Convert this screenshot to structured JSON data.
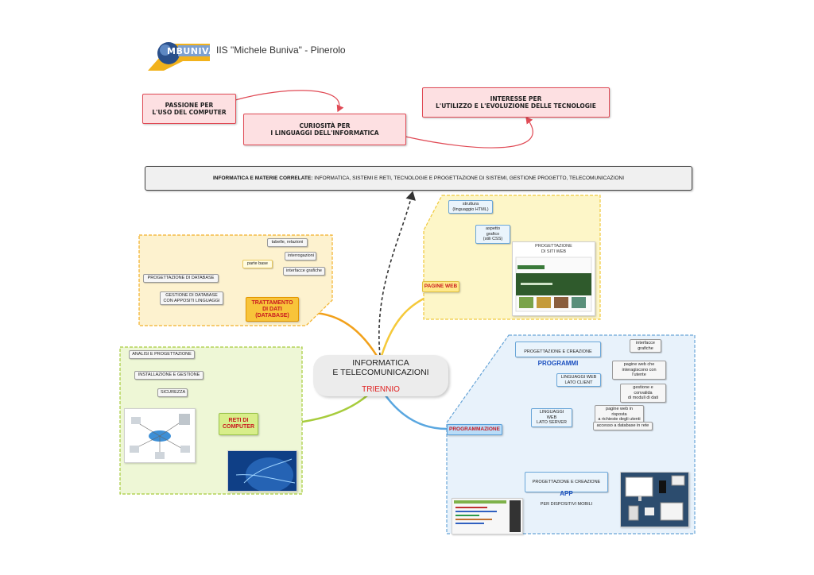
{
  "header": {
    "logo_text": "MBUNIVA",
    "school_name": "IIS \"Michele Buniva\" - Pinerolo"
  },
  "motivations": [
    {
      "text": "PASSIONE PER\nL'USO DEL COMPUTER"
    },
    {
      "text": "CURIOSITÀ PER\nI LINGUAGGI DELL'INFORMATICA"
    },
    {
      "text": "INTERESSE PER\nL'UTILIZZO  E L'EVOLUZIONE  DELLE TECNOLOGIE"
    }
  ],
  "banner": {
    "lead": "INFORMATICA E MATERIE CORRELATE:",
    "rest": " INFORMATICA, SISTEMI E RETI, TECNOLOGIE E PROGETTAZIONE DI SISTEMI, GESTIONE PROGETTO, TELECOMUNICAZIONI"
  },
  "center": {
    "title": "INFORMATICA\nE TELECOMUNICAZIONI",
    "subtitle": "TRIENNIO"
  },
  "database": {
    "label": "TRATTAMENTO\nDI DATI\n(DATABASE)",
    "items": [
      "PROGETTAZIONE DI DATABASE",
      "GESTIONE DI DATABASE\nCON APPOSITI LINGUAGGI",
      "parte base"
    ],
    "subitems": [
      "tabelle, relazioni",
      "interrogazioni",
      "interfacce grafiche"
    ]
  },
  "web": {
    "label": "PAGINE WEB",
    "items": [
      "struttura\n(linguaggio HTML)",
      "aspetto grafico\n(stili CSS)"
    ],
    "picture_title": "PROGETTAZIONE\nDI SITI WEB"
  },
  "networks": {
    "label": "RETI DI\nCOMPUTER",
    "items": [
      "ANALISI E PROGETTAZIONE",
      "INSTALLAZIONE E GESTIONE",
      "SICUREZZA"
    ]
  },
  "programming": {
    "label": "PROGRAMMAZIONE",
    "programs": {
      "pre": "PROGETTAZIONE E CREAZIONE",
      "big": "PROGRAMMI"
    },
    "client": "LINGUAGGI WEB\nLATO CLIENT",
    "server": "LINGUAGGI WEB\nLATO SERVER",
    "app": {
      "pre": "PROGETTAZIONE E CREAZIONE",
      "big": "APP",
      "post": "PER DISPOSITIVI MOBILI"
    },
    "leaves": [
      "interfacce\ngrafiche",
      "pagine web che\ninteragiscono con l'utente",
      "gestione e convalida\ndi moduli di dati",
      "pagine web in risposta\na richieste degli utenti",
      "accesso a database in rete"
    ]
  },
  "colors": {
    "red_border": "#e04a55",
    "database_branch": "#f2a11b",
    "web_branch": "#f5c93a",
    "network_branch": "#a7cc3c",
    "programming_branch": "#5aa7e0"
  }
}
